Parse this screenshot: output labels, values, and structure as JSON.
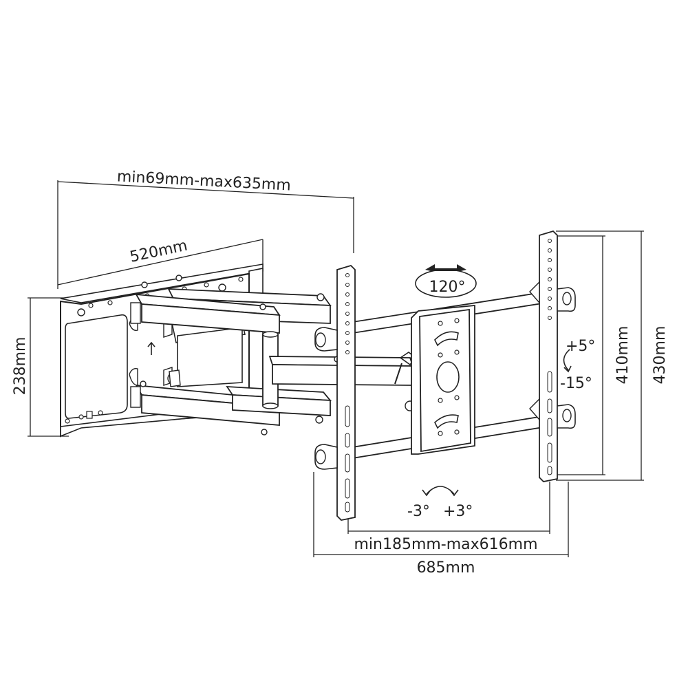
{
  "dimensions": {
    "arm_extension": "min69mm-max635mm",
    "wall_plate_width": "520mm",
    "wall_plate_height": "238mm",
    "vesa_min_height": "410mm",
    "vesa_max_height": "430mm",
    "vesa_width_range": "min185mm-max616mm",
    "vesa_max_width": "685mm"
  },
  "angles": {
    "swivel": "120°",
    "tilt_up": "+5°",
    "tilt_down": "-15°",
    "level_minus": "-3°",
    "level_plus": "+3°"
  },
  "colors": {
    "line": "#222222",
    "background": "#ffffff"
  }
}
